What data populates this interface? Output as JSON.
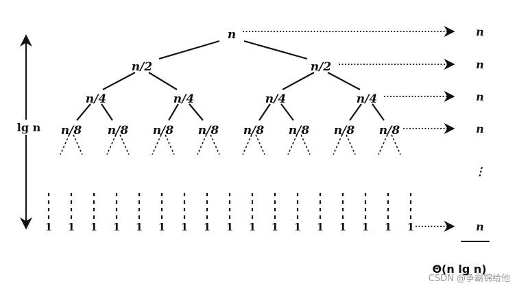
{
  "tree": {
    "root": "n",
    "level1": [
      "n/2",
      "n/2"
    ],
    "level2": [
      "n/4",
      "n/4",
      "n/4",
      "n/4"
    ],
    "level3": [
      "n/8",
      "n/8",
      "n/8",
      "n/8",
      "n/8",
      "n/8",
      "n/8",
      "n/8"
    ],
    "leaves": [
      "1",
      "1",
      "1",
      "1",
      "1",
      "1",
      "1",
      "1",
      "1",
      "1",
      "1",
      "1",
      "1",
      "1",
      "1",
      "1",
      "1"
    ]
  },
  "level_costs": [
    "n",
    "n",
    "n",
    "n",
    "⋮",
    "n"
  ],
  "height_label": "lg n",
  "total_label": "Θ(n lg n)",
  "watermark": "CSDN @争霸锦给他"
}
